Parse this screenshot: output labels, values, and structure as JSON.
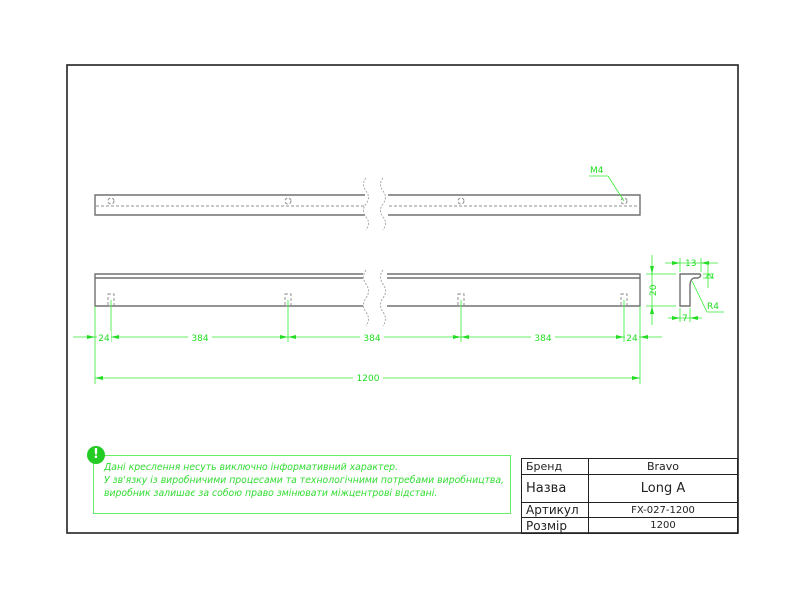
{
  "drawing": {
    "dimensions": {
      "edge_left": "24",
      "pitch_1": "384",
      "pitch_2": "384",
      "pitch_3": "384",
      "edge_right": "24",
      "overall_length": "1200",
      "thread": "M4",
      "profile_width": "13",
      "profile_height": "20",
      "lip_thickness": "2",
      "base_width": "7",
      "radius": "R4"
    }
  },
  "note": {
    "icon": "exclamation-icon",
    "icon_glyph": "!",
    "lines": [
      "Дані креслення несуть виключно інформативний характер.",
      "У зв'язку із виробничими процесами та технологічними потребами виробництва,",
      "виробник залишає за собою право змінювати міжцентрові відстані."
    ]
  },
  "title_block": {
    "rows": [
      {
        "label": "Бренд",
        "value": "Bravo"
      },
      {
        "label": "Назва",
        "value": "Long A"
      },
      {
        "label": "Артикул",
        "value": "FX-027-1200"
      },
      {
        "label": "Розмір",
        "value": "1200"
      }
    ]
  }
}
